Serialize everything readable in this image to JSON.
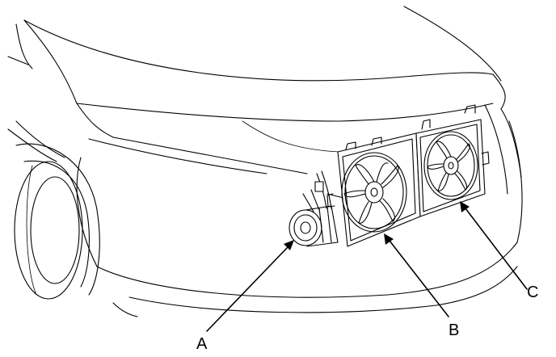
{
  "callouts": [
    {
      "id": "A",
      "label": "A"
    },
    {
      "id": "B",
      "label": "B"
    },
    {
      "id": "C",
      "label": "C"
    }
  ]
}
